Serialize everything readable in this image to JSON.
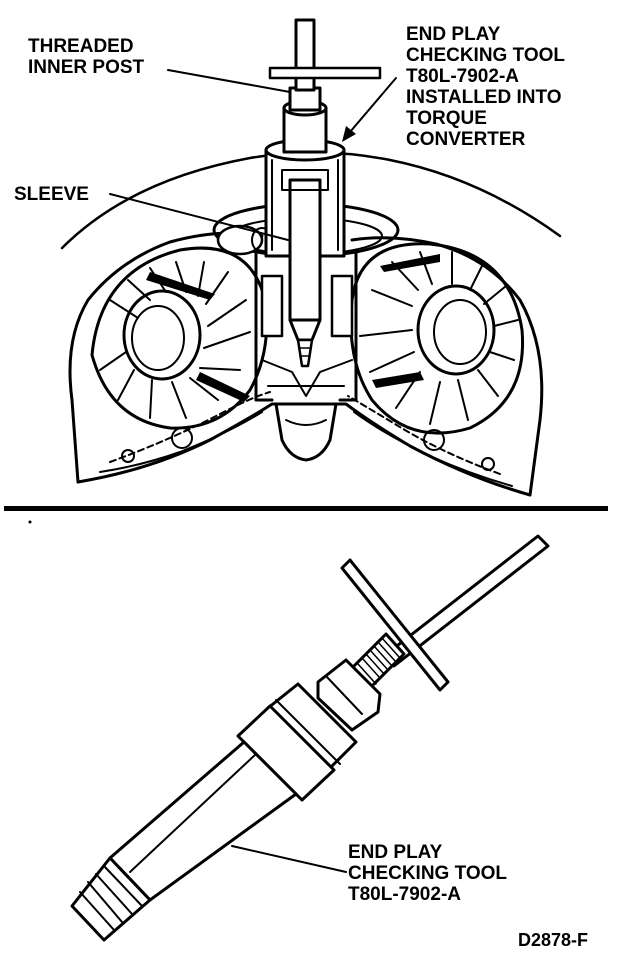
{
  "labels": {
    "threaded_inner_post": [
      "THREADED",
      "INNER POST"
    ],
    "end_play_top": [
      "END PLAY",
      "CHECKING TOOL",
      "T80L-7902-A",
      "INSTALLED INTO",
      "TORQUE",
      "CONVERTER"
    ],
    "sleeve": [
      "SLEEVE"
    ],
    "end_play_bottom": [
      "END PLAY",
      "CHECKING TOOL",
      "T80L-7902-A"
    ],
    "figure_code": "D2878-F"
  }
}
